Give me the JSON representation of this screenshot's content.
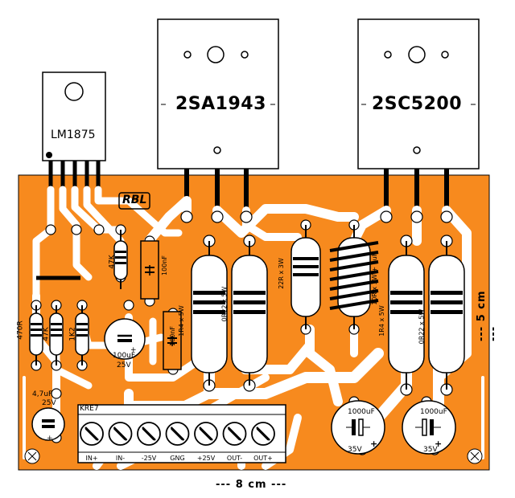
{
  "colors": {
    "board": "#f78a1e",
    "trace": "#ffffff",
    "ink": "#000000"
  },
  "components": {
    "ic_label": "LM1875",
    "pnp_label": "2SA1943",
    "npn_label": "2SC5200",
    "logo": "RBL",
    "r1": "470R",
    "r2": "47K",
    "r3": "1K2",
    "r4": "47K",
    "c_small1": "100nF",
    "c_small2": "100nF",
    "c_elec1": "100uF",
    "c_elec1_v": "25V",
    "c_elec2": "4,7uF",
    "c_elec2_v": "25V",
    "r_power1": "1R4 x 5W",
    "r_power2": "0R22 x 5W",
    "r_snub": "22R x 3W",
    "coil": "10R x 3W + 1uH",
    "r_power3": "1R4 x 5W",
    "r_power4": "0R22 x 5W",
    "cap_big1": "1000uF",
    "cap_big1_v": "35V",
    "cap_big2": "1000uF",
    "cap_big2_v": "35V"
  },
  "terminal": {
    "name": "KRE7",
    "pins": [
      "IN+",
      "IN-",
      "-25V",
      "GNG",
      "+25V",
      "OUT-",
      "OUT+"
    ]
  },
  "dimensions": {
    "width": "--- 8 cm ---",
    "height": "--- 5 cm ---"
  }
}
